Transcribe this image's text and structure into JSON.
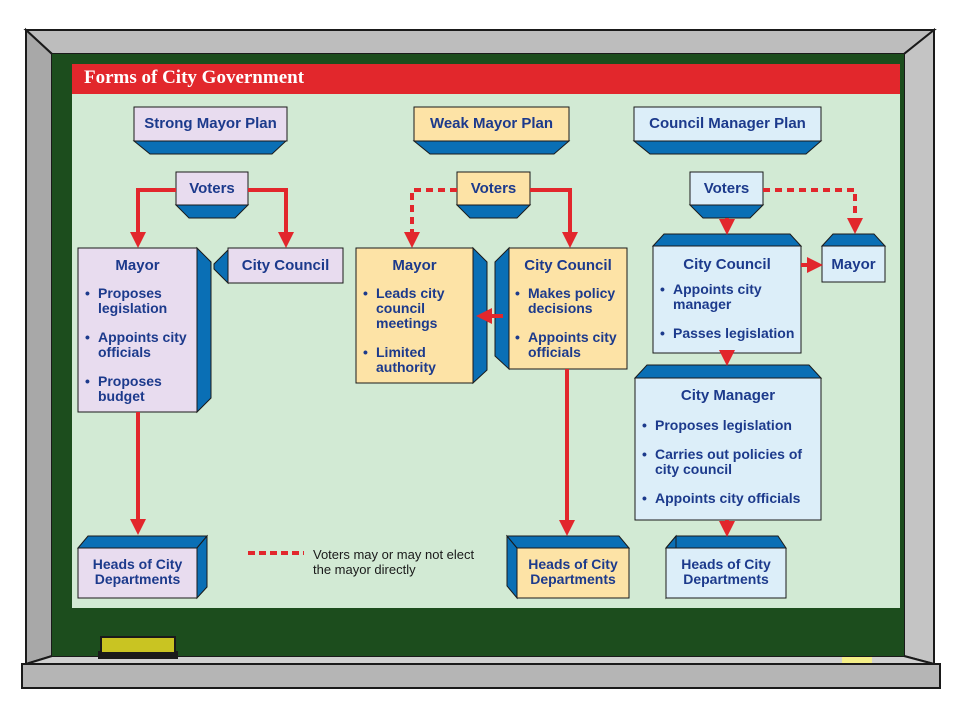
{
  "title": "Forms of City Government",
  "plans": {
    "strong": "Strong Mayor Plan",
    "weak": "Weak Mayor Plan",
    "council_manager": "Council Manager Plan"
  },
  "strong_mayor_plan": {
    "voters": "Voters",
    "city_council": "City Council",
    "mayor": {
      "title": "Mayor",
      "duties": [
        "Proposes legislation",
        "Appoints city officials",
        "Proposes budget"
      ]
    },
    "heads": "Heads of City Departments"
  },
  "weak_mayor_plan": {
    "voters": "Voters",
    "mayor": {
      "title": "Mayor",
      "duties": [
        "Leads city council meetings",
        "Limited authority"
      ]
    },
    "city_council": {
      "title": "City Council",
      "duties": [
        "Makes policy decisions",
        "Appoints city officials"
      ]
    },
    "heads": "Heads of City Departments"
  },
  "council_manager_plan": {
    "voters": "Voters",
    "mayor": "Mayor",
    "city_council": {
      "title": "City Council",
      "duties": [
        "Appoints city manager",
        "Passes legislation"
      ]
    },
    "city_manager": {
      "title": "City Manager",
      "duties": [
        "Proposes legislation",
        "Carries out policies of city council",
        "Appoints city officials"
      ]
    },
    "heads": "Heads of City Departments"
  },
  "legend": "Voters may or may not elect the mayor directly",
  "colors": {
    "red": "#e2272c",
    "blue": "#0a6fb5",
    "navy_text": "#1c3a8c",
    "strong_fill": "#e8dcef",
    "weak_fill": "#fde3a6",
    "manager_fill": "#dceef9",
    "chart_bg": "#d2ead4",
    "chalkboard": "#1c4d1d",
    "frame": "#b3b3b3"
  }
}
